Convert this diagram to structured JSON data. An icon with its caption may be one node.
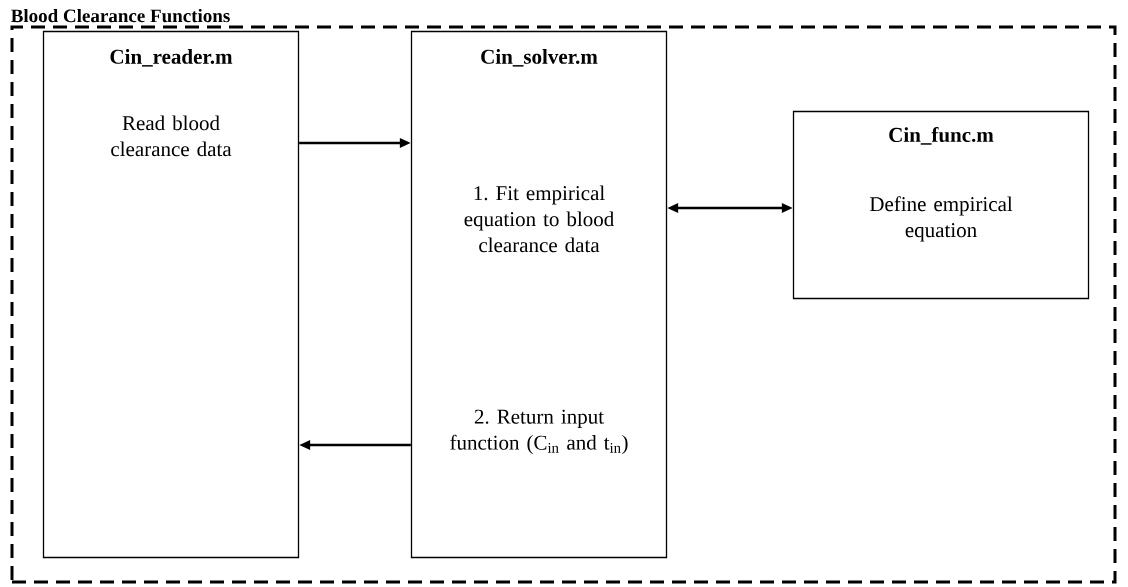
{
  "diagram": {
    "nodes": [
      {
        "text": [
          "Blood Clearance Functions"
        ]
      },
      {
        "text": [
          "Cin_reader.m",
          "Read blood clearance data"
        ],
        "in": 0
      },
      {
        "text": [
          "Cin_solver.m",
          "1. Fit empirical equation to blood clearance data",
          "2. Return input function (C$_{in}$ and t$_{in}$)"
        ],
        "in": 0
      },
      {
        "text": [
          "Cin_func.m",
          "Define empirical equation"
        ],
        "in": 0
      }
    ],
    "edges": [
      {
        "from": 1,
        "to": 2,
        "arrow": "to"
      },
      {
        "from": 2,
        "to": 3,
        "arrow": "both"
      },
      {
        "from": 2,
        "to": 1,
        "arrow": "to"
      }
    ]
  }
}
